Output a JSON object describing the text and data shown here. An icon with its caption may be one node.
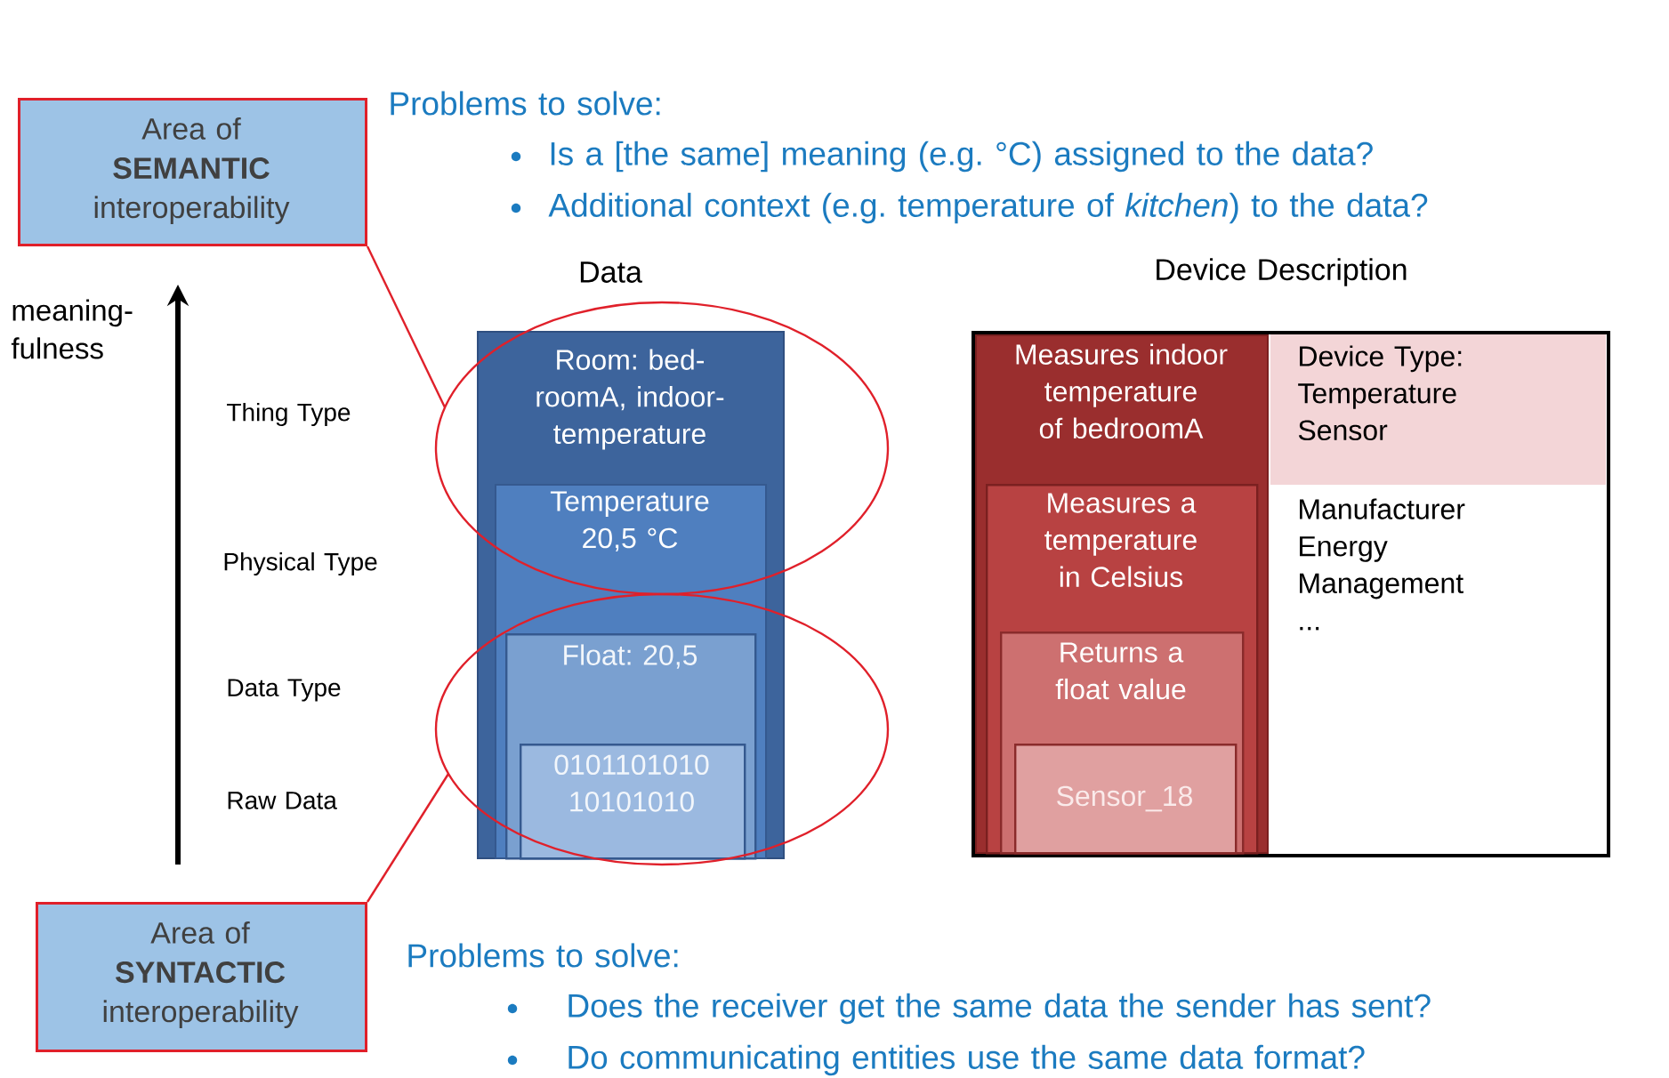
{
  "diagram": {
    "nodes": [
      {
        "text": [
          "Area of **SEMANTIC** interoperability"
        ]
      },
      {
        "text": [
          "Area of **SYNTACTIC** interoperability"
        ]
      },
      {
        "text": [
          "Data",
          "Room: bed-roomA, indoor-temperature"
        ]
      },
      {
        "text": [
          "Temperature 20,5 °C"
        ],
        "in": 2
      },
      {
        "text": [
          "Float: 20,5"
        ],
        "in": 3
      },
      {
        "text": [
          "0101101010 10101010"
        ],
        "in": 4
      },
      {
        "text": [
          "Device Description",
          "Manufacturer Energy Management ..."
        ]
      },
      {
        "text": [
          "Device Type: Temperature Sensor"
        ],
        "in": 6
      },
      {
        "text": [
          "Measures indoor temperature of bedroomA"
        ],
        "in": 6
      },
      {
        "text": [
          "Measures a temperature in Celsius"
        ],
        "in": 8
      },
      {
        "text": [
          "Returns a float value"
        ],
        "in": 9
      },
      {
        "text": [
          "Sensor_18"
        ],
        "in": 10
      }
    ],
    "edges": [
      {
        "from": 0,
        "to": null,
        "arrow": "none",
        "color": "#e0202a"
      },
      {
        "from": 1,
        "to": null,
        "arrow": "none",
        "color": "#e0202a"
      }
    ],
    "labels": [
      "Problems to solve:",
      "Is a [the same] meaning (e.g. °C) assigned to the data?",
      "Additional context (e.g. temperature of *kitchen*) to the data?",
      "meaning-fulness",
      "Thing Type",
      "Physical Type",
      "Data Type",
      "Raw Data",
      "Problems to solve:",
      "Does the receiver get the same data the sender has sent?",
      "Do communicating entities use the same data format?"
    ]
  }
}
